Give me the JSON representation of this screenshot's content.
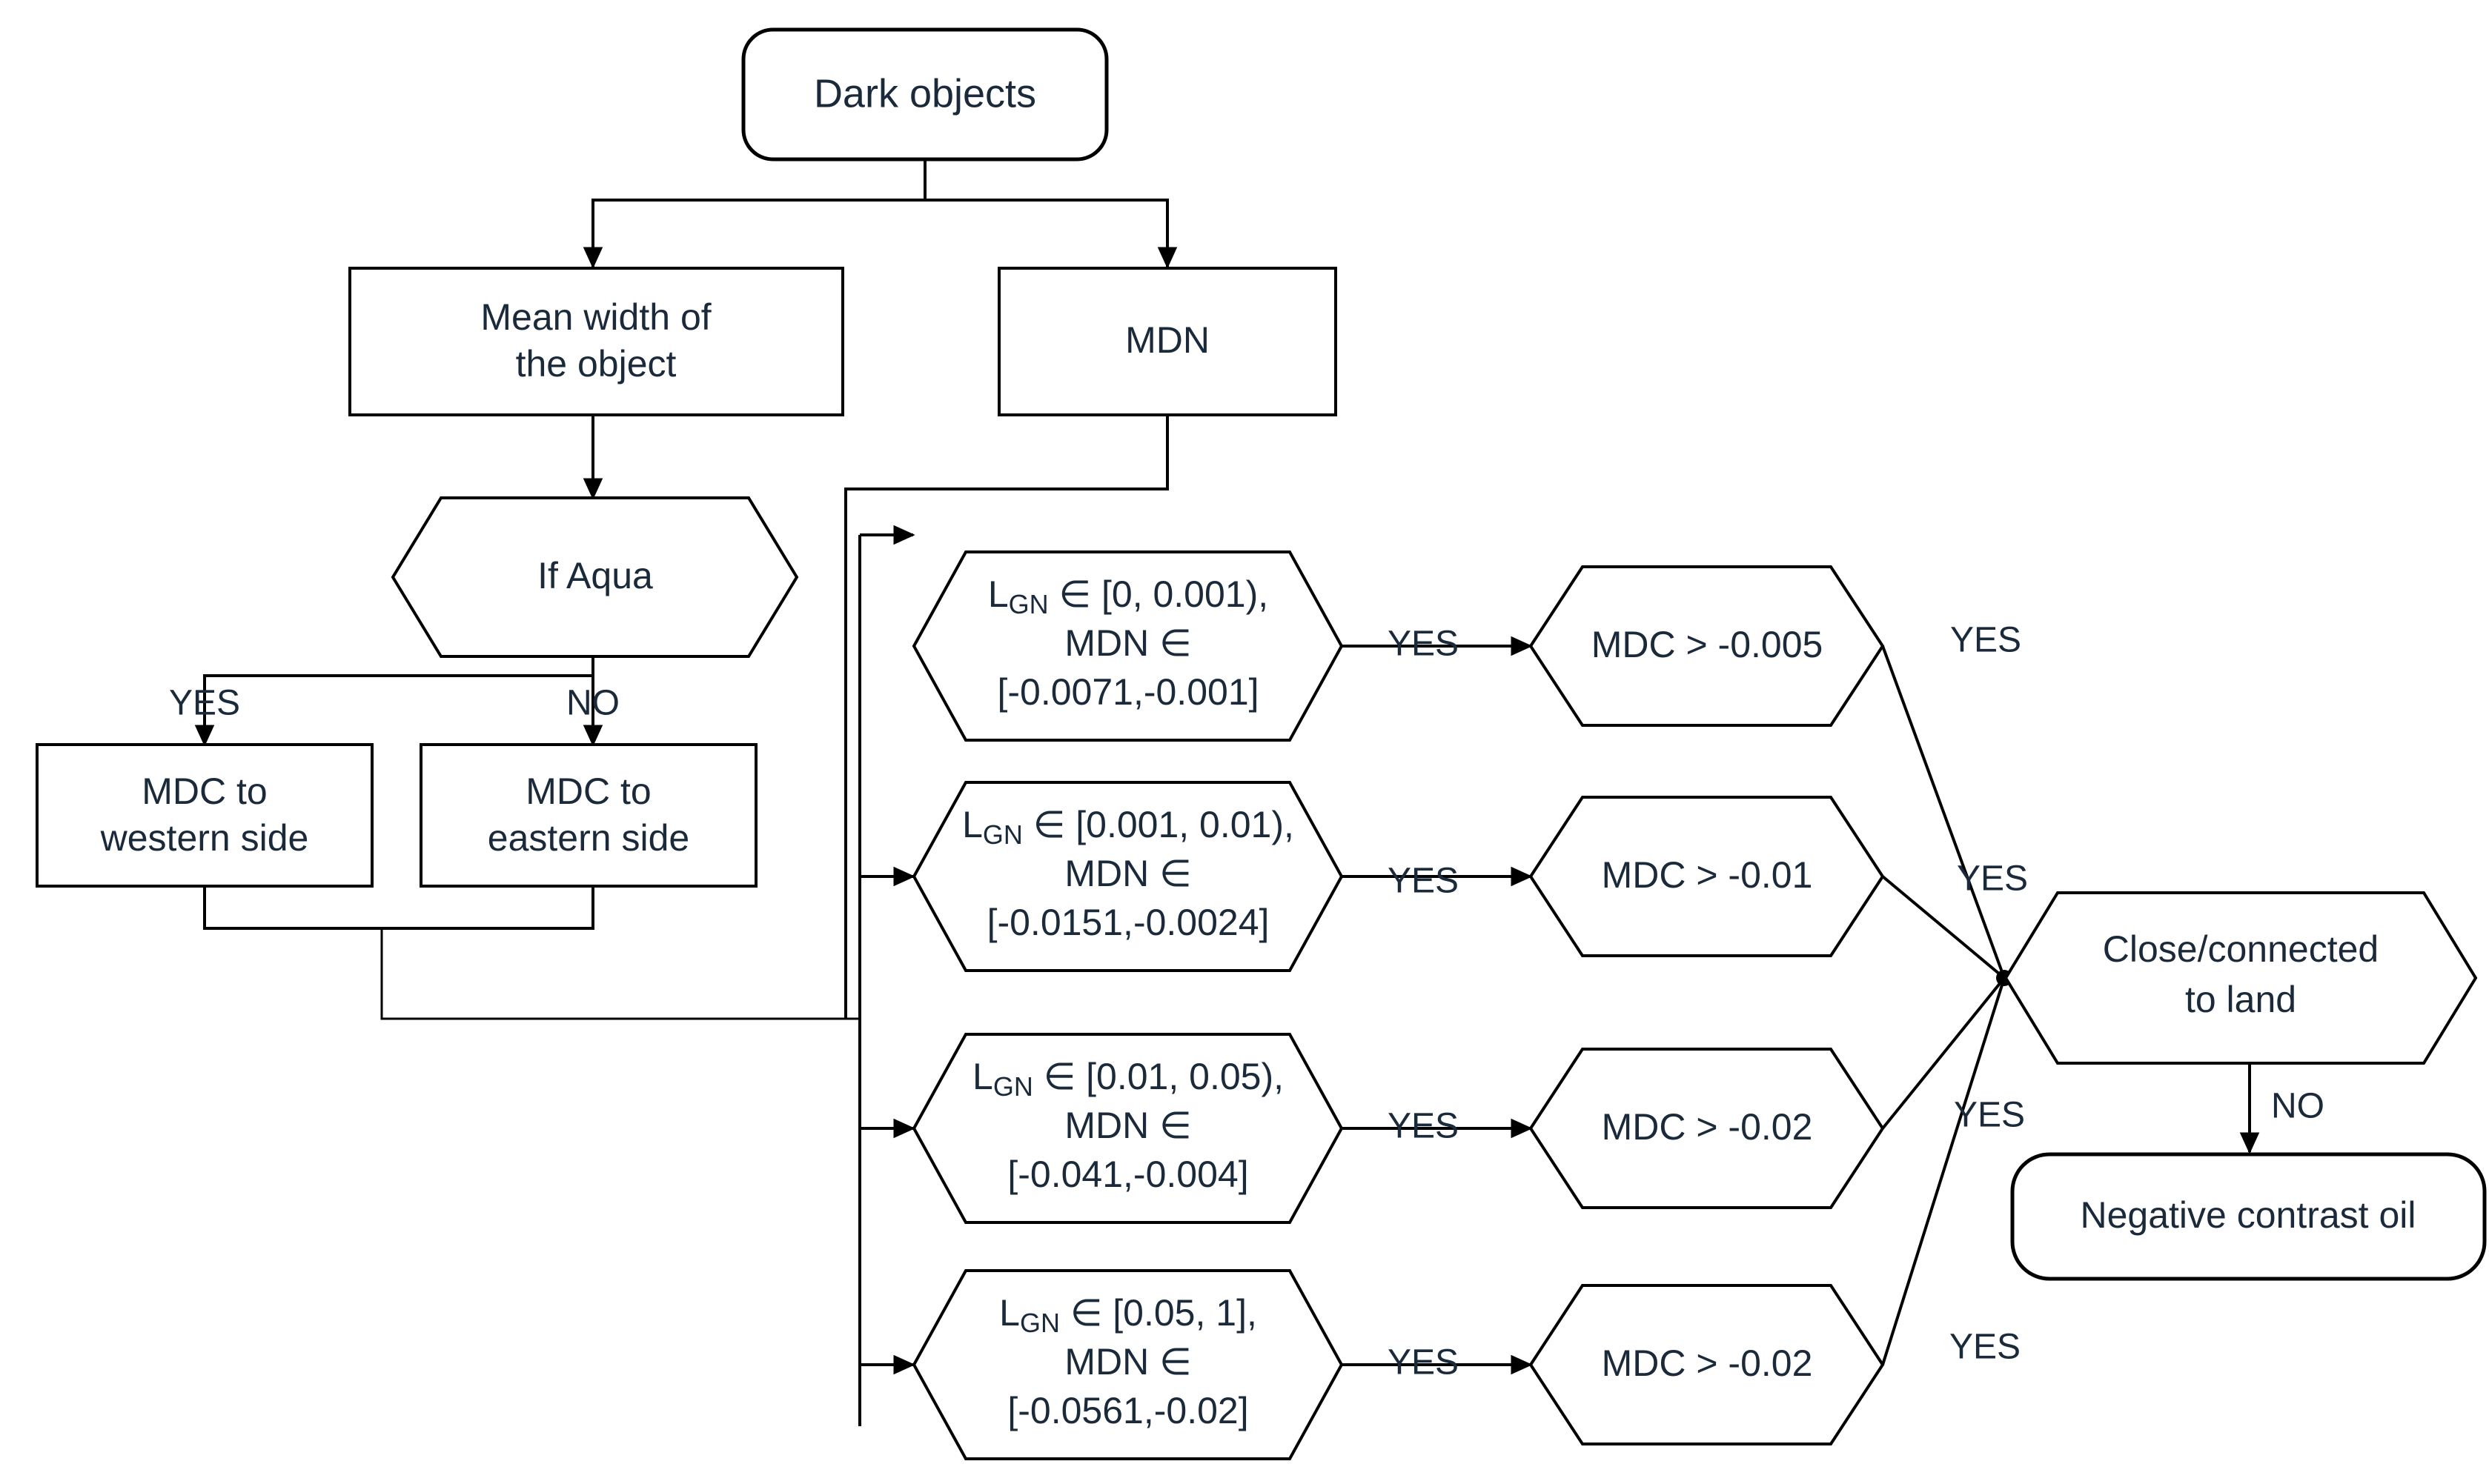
{
  "diagram": {
    "title": "Dark objects classification flowchart",
    "colors": {
      "text": "#1b2a3a",
      "stroke": "#000000",
      "fill": "#ffffff"
    },
    "nodes": {
      "dark_objects": {
        "label": "Dark objects",
        "shape": "rounded-terminator"
      },
      "mean_width": {
        "line1": "Mean  width of",
        "line2": "the object",
        "shape": "rectangle"
      },
      "mdn": {
        "label": "MDN",
        "shape": "rectangle"
      },
      "if_aqua": {
        "label": "If Aqua",
        "shape": "hexagon"
      },
      "mdc_western": {
        "line1": "MDC to",
        "line2": "western side",
        "shape": "rectangle"
      },
      "mdc_eastern": {
        "line1": "MDC to",
        "line2": "eastern side",
        "shape": "rectangle"
      },
      "close_land": {
        "line1": "Close/connected",
        "line2": "to land",
        "shape": "hexagon"
      },
      "negative_oil": {
        "label": "Negative contrast oil",
        "shape": "rounded-terminator"
      }
    },
    "lgn_conditions": [
      {
        "var": "L",
        "sub": "GN",
        "line1_rest": " ∈ [0, 0.001),",
        "line2": "MDN ∈",
        "line3": "[-0.0071,-0.001]"
      },
      {
        "var": "L",
        "sub": "GN",
        "line1_rest": " ∈ [0.001, 0.01),",
        "line2": "MDN ∈",
        "line3": "[-0.0151,-0.0024]"
      },
      {
        "var": "L",
        "sub": "GN",
        "line1_rest": " ∈ [0.01, 0.05),",
        "line2": "MDN ∈",
        "line3": "[-0.041,-0.004]"
      },
      {
        "var": "L",
        "sub": "GN",
        "line1_rest": " ∈ [0.05, 1],",
        "line2": "MDN ∈",
        "line3": "[-0.0561,-0.02]"
      }
    ],
    "mdc_conditions": [
      {
        "label": "MDC > -0.005"
      },
      {
        "label": "MDC > -0.01"
      },
      {
        "label": "MDC > -0.02"
      },
      {
        "label": "MDC > -0.02"
      }
    ],
    "edge_labels": {
      "aqua_yes": "YES",
      "aqua_no": "NO",
      "lgn_yes_1": "YES",
      "lgn_yes_2": "YES",
      "lgn_yes_3": "YES",
      "lgn_yes_4": "YES",
      "mdc_yes_1": "YES",
      "mdc_yes_2": "YES",
      "mdc_yes_3": "YES",
      "mdc_yes_4": "YES",
      "land_no": "NO"
    }
  }
}
